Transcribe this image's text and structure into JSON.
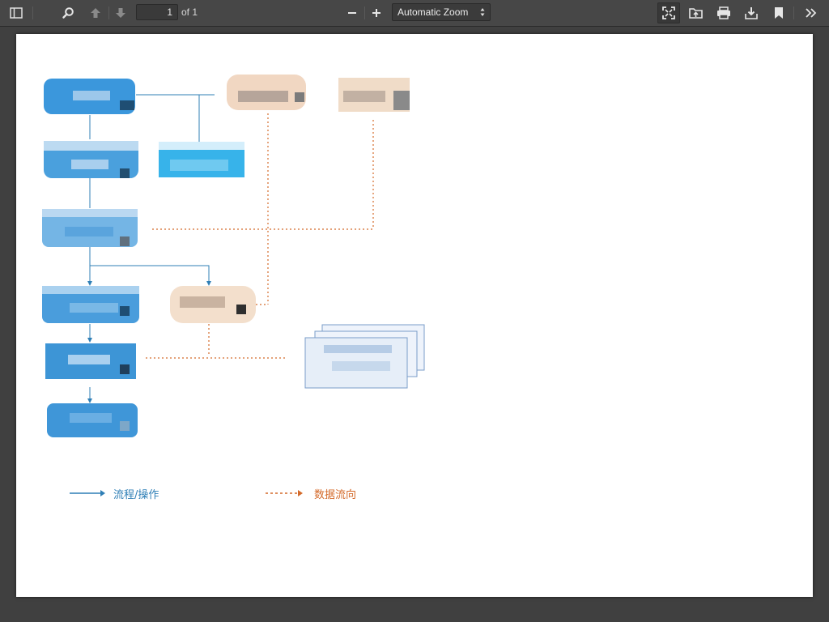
{
  "toolbar": {
    "page_number": "1",
    "page_count": "of 1",
    "zoom_value": "Automatic Zoom"
  },
  "icons": {
    "sidebar_toggle": "sidebar-toggle-icon",
    "find": "search-icon",
    "previous": "arrow-up-icon",
    "next": "arrow-down-icon",
    "zoom_out": "minus-icon",
    "zoom_in": "plus-icon",
    "presentation": "fullscreen-icon",
    "open": "open-file-icon",
    "print": "print-icon",
    "download": "download-icon",
    "bookmark": "bookmark-icon",
    "tools": "double-chevron-right-icon"
  },
  "document": {
    "legend": {
      "process_label": "流程/操作",
      "dataflow_label": "数据流向"
    }
  },
  "colors": {
    "toolbar_bg": "#474747",
    "viewer_bg": "#404040",
    "process_blue": "#2f7fb6",
    "dataflow_orange": "#d46a2a"
  }
}
